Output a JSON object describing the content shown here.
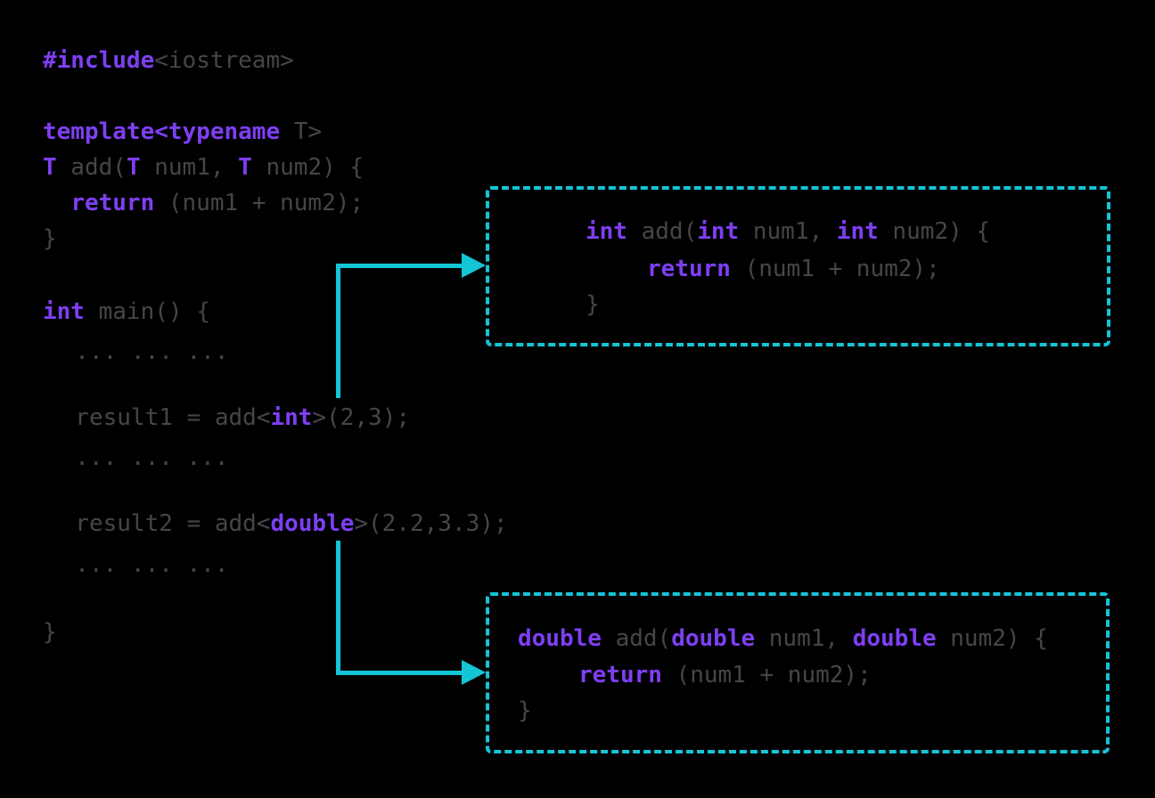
{
  "colors": {
    "background": "#000000",
    "keyword": "#7e3ff2",
    "code": "#46464a",
    "accent": "#14c5d6"
  },
  "template_code": {
    "lines": [
      {
        "tokens": [
          {
            "c": "k",
            "s": "#include"
          },
          {
            "c": "p",
            "s": "<iostream>"
          }
        ]
      },
      {
        "tokens": [
          {
            "c": "k",
            "s": "template<typename"
          },
          {
            "c": "p",
            "s": " T>"
          }
        ]
      },
      {
        "tokens": [
          {
            "c": "k",
            "s": "T"
          },
          {
            "c": "p",
            "s": " add("
          },
          {
            "c": "k",
            "s": "T"
          },
          {
            "c": "p",
            "s": " num1, "
          },
          {
            "c": "k",
            "s": "T"
          },
          {
            "c": "p",
            "s": " num2) {"
          }
        ]
      },
      {
        "tokens": [
          {
            "c": "p",
            "s": "  "
          },
          {
            "c": "k",
            "s": "return"
          },
          {
            "c": "p",
            "s": " (num1 + num2);"
          }
        ]
      },
      {
        "tokens": [
          {
            "c": "p",
            "s": "}"
          }
        ]
      },
      {
        "tokens": [
          {
            "c": "k",
            "s": "int"
          },
          {
            "c": "p",
            "s": " main() {"
          }
        ]
      },
      {
        "tokens": [
          {
            "c": "p",
            "s": "  ... ... ..."
          }
        ]
      },
      {
        "tokens": [
          {
            "c": "p",
            "s": "  result1 = add<"
          },
          {
            "c": "k",
            "s": "int"
          },
          {
            "c": "p",
            "s": ">(2,3);"
          }
        ]
      },
      {
        "tokens": [
          {
            "c": "p",
            "s": "  ... ... ..."
          }
        ]
      },
      {
        "tokens": [
          {
            "c": "p",
            "s": "  result2 = add<"
          },
          {
            "c": "k",
            "s": "double"
          },
          {
            "c": "p",
            "s": ">(2.2,3.3);"
          }
        ]
      },
      {
        "tokens": [
          {
            "c": "p",
            "s": "  ... ... ..."
          }
        ]
      },
      {
        "tokens": [
          {
            "c": "p",
            "s": "}"
          }
        ]
      }
    ]
  },
  "int_instantiation": {
    "lines": [
      {
        "tokens": [
          {
            "c": "k",
            "s": "int"
          },
          {
            "c": "p",
            "s": " add("
          },
          {
            "c": "k",
            "s": "int"
          },
          {
            "c": "p",
            "s": " num1, "
          },
          {
            "c": "k",
            "s": "int"
          },
          {
            "c": "p",
            "s": " num2) {"
          }
        ]
      },
      {
        "tokens": [
          {
            "c": "k",
            "s": "return"
          },
          {
            "c": "p",
            "s": " (num1 + num2);"
          }
        ]
      },
      {
        "tokens": [
          {
            "c": "p",
            "s": "}"
          }
        ]
      }
    ]
  },
  "double_instantiation": {
    "lines": [
      {
        "tokens": [
          {
            "c": "k",
            "s": "double"
          },
          {
            "c": "p",
            "s": " add("
          },
          {
            "c": "k",
            "s": "double"
          },
          {
            "c": "p",
            "s": " num1, "
          },
          {
            "c": "k",
            "s": "double"
          },
          {
            "c": "p",
            "s": " num2) {"
          }
        ]
      },
      {
        "tokens": [
          {
            "c": "k",
            "s": "return"
          },
          {
            "c": "p",
            "s": " (num1 + num2);"
          }
        ]
      },
      {
        "tokens": [
          {
            "c": "p",
            "s": "}"
          }
        ]
      }
    ]
  }
}
